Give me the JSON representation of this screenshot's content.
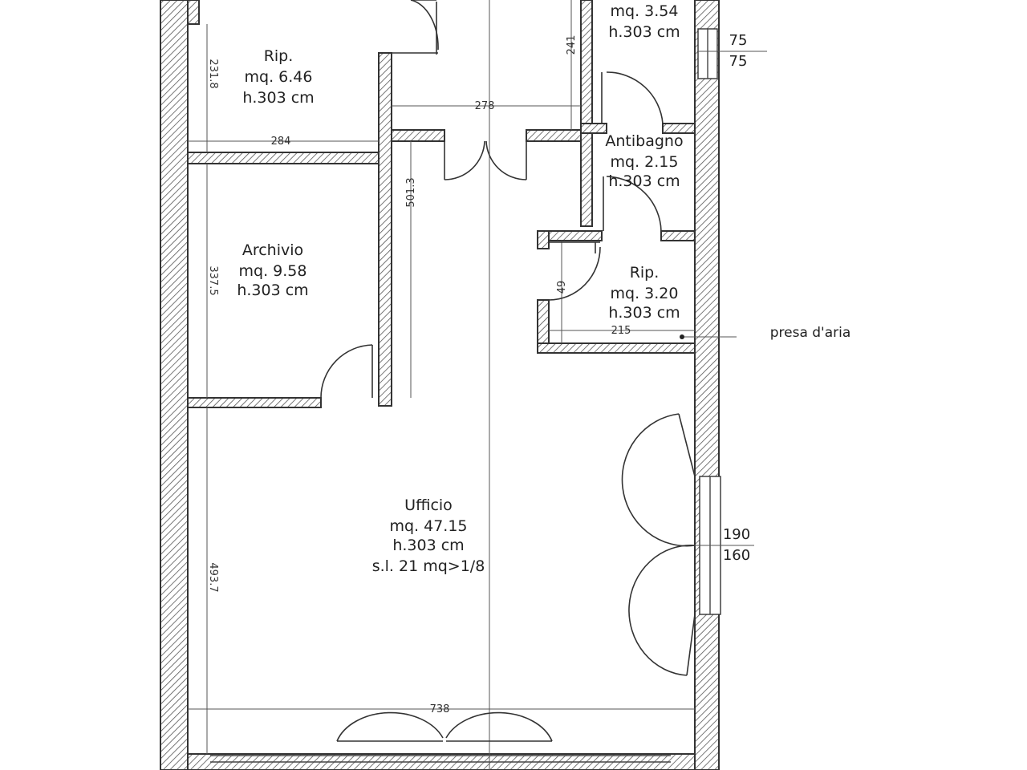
{
  "rooms": {
    "bagno": {
      "area": "mq. 3.54",
      "height": "h.303 cm"
    },
    "rip_top": {
      "name": "Rip.",
      "area": "mq. 6.46",
      "height": "h.303 cm"
    },
    "archivio": {
      "name": "Archivio",
      "area": "mq. 9.58",
      "height": "h.303 cm"
    },
    "antibagno": {
      "name": "Antibagno",
      "area": "mq. 2.15",
      "height": "h.303 cm"
    },
    "rip_small": {
      "name": "Rip.",
      "area": "mq. 3.20",
      "height": "h.303 cm"
    },
    "ufficio": {
      "name": "Ufficio",
      "area": "mq. 47.15",
      "height": "h.303 cm",
      "note": "s.l. 21 mq>1/8"
    }
  },
  "dimensions": {
    "d_231_8": "231.8",
    "d_284": "284",
    "d_278": "278",
    "d_241": "241",
    "d_501_3": "501.3",
    "d_337_5": "337.5",
    "d_49": "49",
    "d_215": "215",
    "d_493_7": "493.7",
    "d_738": "738"
  },
  "windows": {
    "small_top": "75",
    "small_bottom": "75",
    "large_top": "190",
    "large_bottom": "160"
  },
  "annotations": {
    "presa_aria": "presa d'aria"
  }
}
